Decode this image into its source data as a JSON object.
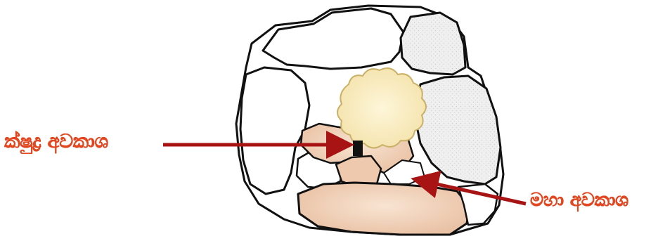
{
  "labels": {
    "minor_space": "ක්ෂුද්‍ර අවකාශ",
    "major_space": "මහා අවකාශ"
  },
  "colors": {
    "label_text": "#e4471f",
    "arrow": "#a81414",
    "outline": "#111111",
    "peach": "#f1d3bd",
    "pale_yellow": "#fbf0c6",
    "white_aggregate": "#ffffff"
  },
  "icons": {
    "pore_marker": "black-square"
  }
}
